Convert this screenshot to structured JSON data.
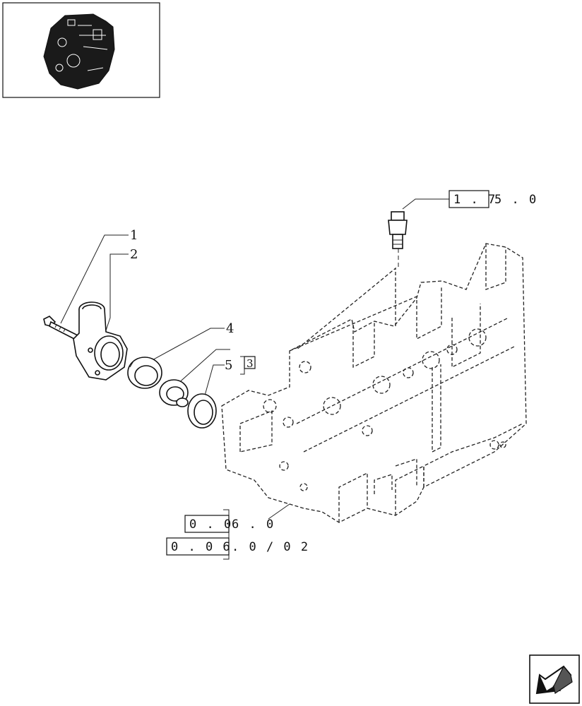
{
  "callouts": {
    "p1": "1",
    "p2": "2",
    "p3": "3",
    "p4": "4",
    "p5": "5"
  },
  "references": {
    "sensor_ref": {
      "boxed": "1 . 7",
      "rest": "5 . 0"
    },
    "head_ref_a": {
      "boxed": "0 . 0",
      "rest": "6 . 0"
    },
    "head_ref_b": {
      "boxed": "0 . 0 6",
      "rest": ". 0 / 0 2"
    }
  },
  "icons": {
    "thumbnail": "engine-thumbnail-icon",
    "navigation": "next-page-arrow-icon"
  }
}
